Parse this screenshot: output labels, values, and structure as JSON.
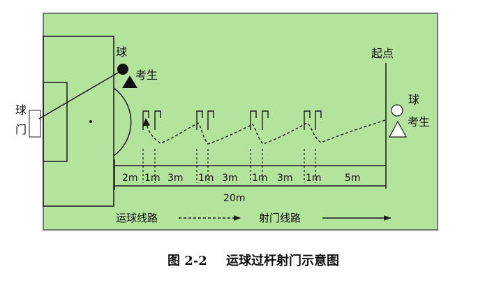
{
  "colors": {
    "field": "#b4e39e",
    "line": "#1a1a1a"
  },
  "labels": {
    "ball": "球",
    "candidate": "考生",
    "goal_top": "球",
    "goal_bottom": "门",
    "start": "起点",
    "ball_right": "球",
    "candidate_right": "考生"
  },
  "measurements": {
    "seg_2m": "2m",
    "seg_1m_a": "1m",
    "seg_3m_a": "3m",
    "seg_1m_b": "1m",
    "seg_3m_b": "3m",
    "seg_1m_c": "1m",
    "seg_3m_c": "3m",
    "seg_1m_d": "1m",
    "seg_5m": "5m",
    "total": "20m"
  },
  "legend": {
    "dribble": "运球线路",
    "shoot": "射门线路"
  },
  "caption": {
    "number": "图 2-2",
    "title": "运球过杆射门示意图"
  },
  "icons": [
    "ball-icon",
    "candidate-icon",
    "pole-icon",
    "arrow-icon"
  ]
}
